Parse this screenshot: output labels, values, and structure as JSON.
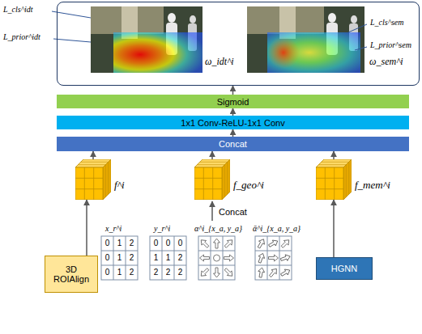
{
  "diagram": {
    "nodes": [
      {
        "text": [
          "ω_idt^i",
          "ω_sem^i"
        ]
      },
      {
        "text": [
          "Sigmoid"
        ]
      },
      {
        "text": [
          "1x1 Conv-ReLU-1x1 Conv"
        ]
      },
      {
        "text": [
          "Concat"
        ]
      },
      {
        "text": [
          "f^i"
        ]
      },
      {
        "text": [
          "f_geo^i"
        ]
      },
      {
        "text": [
          "f_mem^i"
        ]
      },
      {
        "text": [
          "3D ROIAlign"
        ]
      },
      {
        "text": [
          "HGNN"
        ]
      }
    ],
    "edges": [
      {
        "from": 7,
        "to": 4,
        "arrow": "to"
      },
      {
        "from": 8,
        "to": 6,
        "arrow": "to"
      },
      {
        "from": 4,
        "to": 3,
        "arrow": "to"
      },
      {
        "from": 5,
        "to": 3,
        "arrow": "to"
      },
      {
        "from": 6,
        "to": 3,
        "arrow": "to"
      },
      {
        "from": 3,
        "to": 2,
        "arrow": "to"
      },
      {
        "from": 2,
        "to": 1,
        "arrow": "to"
      },
      {
        "from": 1,
        "to": 0,
        "arrow": "to"
      }
    ],
    "labels": [
      "L_cls^idt",
      "L_prior^idt",
      "L_cls^sem",
      "L_prior^sem",
      "Concat",
      "x_r^i",
      "y_r^i",
      "α^i_{x_a, y_a}",
      "ᾱ^i_{x_a, y_a}",
      "0",
      "1",
      "2",
      "0",
      "1",
      "2",
      "0",
      "1",
      "2",
      "0",
      "0",
      "0",
      "1",
      "1",
      "2",
      "2",
      "2",
      "2"
    ]
  }
}
